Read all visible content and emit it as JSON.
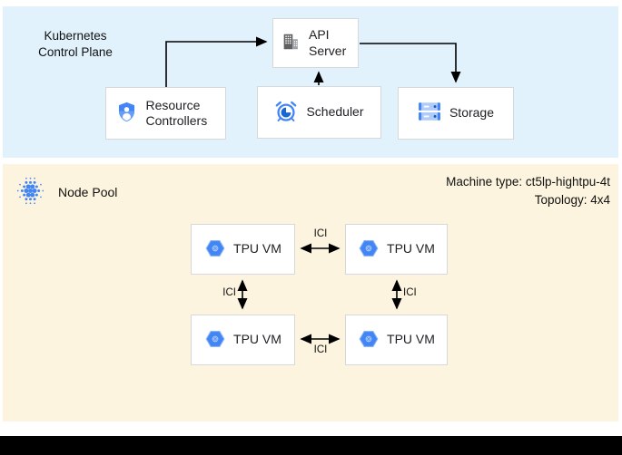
{
  "control_plane": {
    "title_line1": "Kubernetes",
    "title_line2": "Control Plane",
    "boxes": {
      "api_server": "API Server",
      "resource_controllers": "Resource Controllers",
      "scheduler": "Scheduler",
      "storage": "Storage"
    }
  },
  "node_pool": {
    "label": "Node Pool",
    "machine_type": "Machine type: ct5lp-hightpu-4t",
    "topology": "Topology: 4x4",
    "tpu_vm_label": "TPU VM",
    "ici_label": "ICI"
  },
  "icons": {
    "api_server": "building-icon",
    "resource_controllers": "shield-user-icon",
    "scheduler": "alarm-clock-icon",
    "storage": "storage-disks-icon",
    "node_pool": "dot-cluster-icon",
    "tpu_vm": "tpu-hexagon-icon"
  },
  "colors": {
    "control_plane_bg": "#E1F2FC",
    "node_pool_bg": "#FCF4DE",
    "google_blue": "#4285F4",
    "light_blue": "#AECBFA",
    "dark_blue": "#1967D2",
    "icon_gray": "#616161",
    "box_border": "#D6D8DB",
    "arrow": "#000000"
  }
}
